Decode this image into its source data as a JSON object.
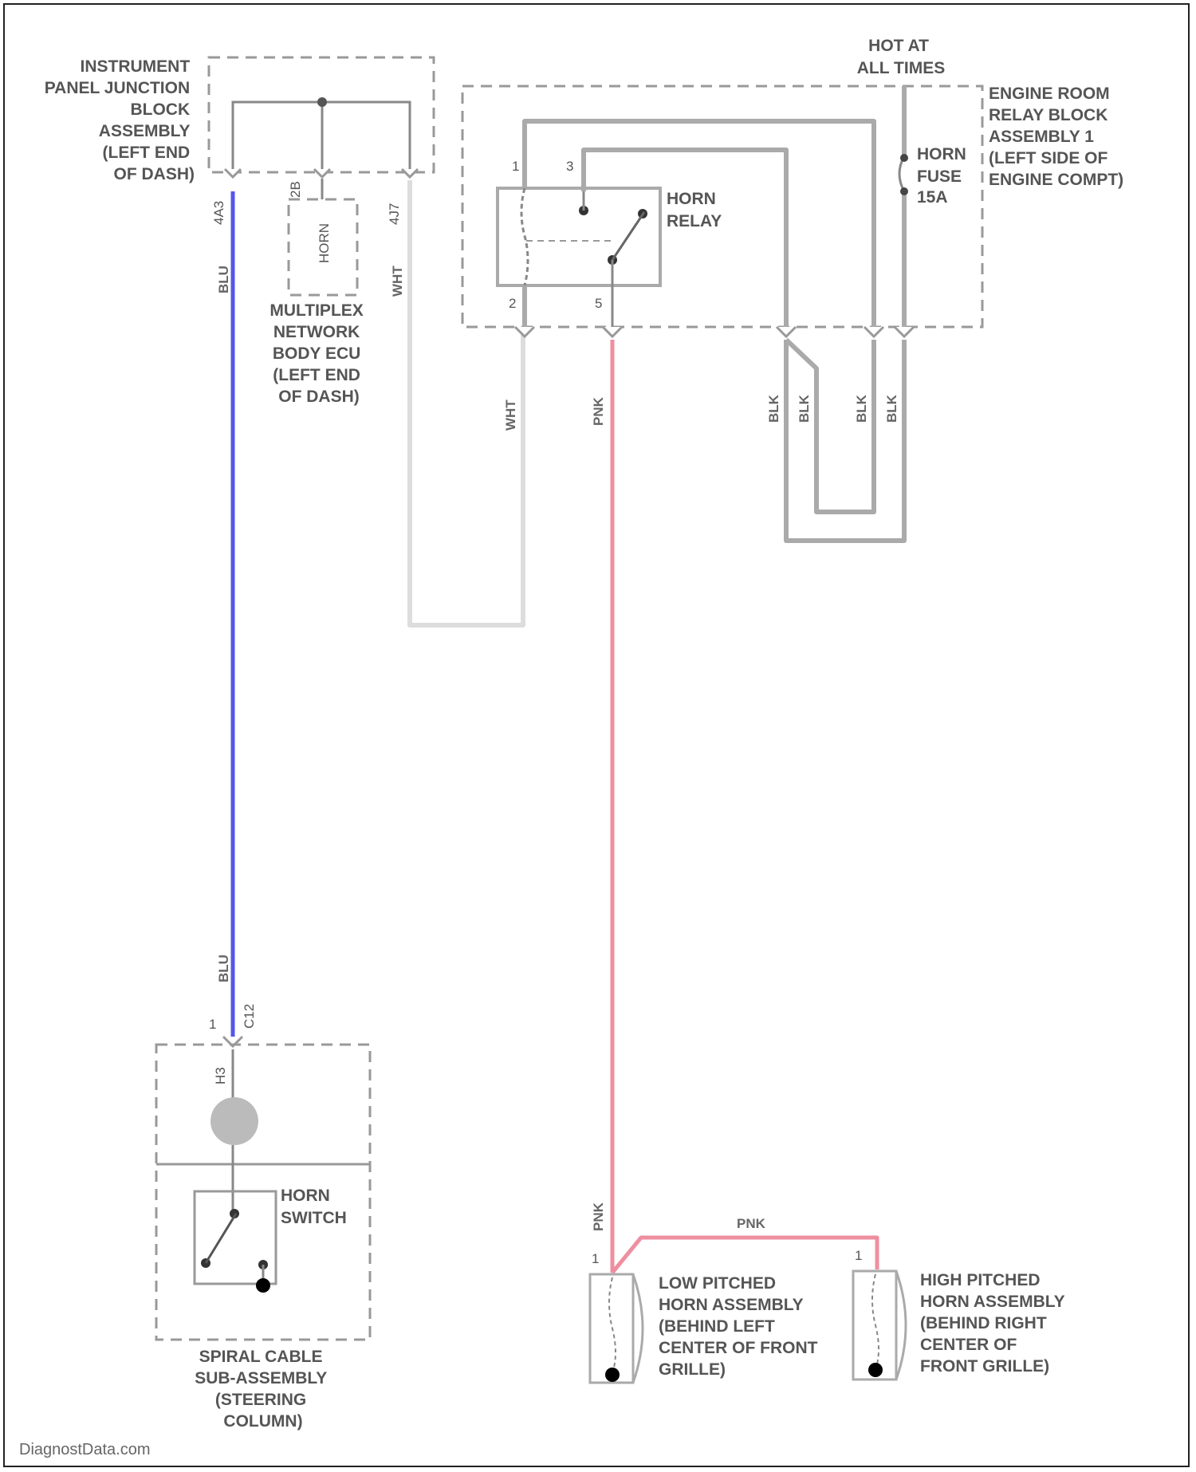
{
  "power": {
    "line1": "HOT AT",
    "line2": "ALL TIMES"
  },
  "ipjb": {
    "lines": [
      "INSTRUMENT",
      "PANEL JUNCTION",
      "BLOCK",
      "ASSEMBLY",
      "(LEFT END",
      "OF DASH)"
    ],
    "pins": [
      "4A3",
      "2B",
      "4J7"
    ]
  },
  "body_ecu": {
    "inner": "HORN",
    "lines": [
      "MULTIPLEX",
      "NETWORK",
      "BODY ECU",
      "(LEFT END",
      "OF DASH)"
    ]
  },
  "relay_block": {
    "lines": [
      "ENGINE ROOM",
      "RELAY BLOCK",
      "ASSEMBLY 1",
      "(LEFT SIDE OF",
      "ENGINE COMPT)"
    ]
  },
  "horn_relay": {
    "lines": [
      "HORN",
      "RELAY"
    ],
    "pins": [
      "1",
      "3",
      "2",
      "5"
    ]
  },
  "horn_fuse": {
    "lines": [
      "HORN",
      "FUSE",
      "15A"
    ]
  },
  "wires": {
    "blu_top": "BLU",
    "blu_bottom": "BLU",
    "wht_left": "WHT",
    "wht_relay": "WHT",
    "pnk_top": "PNK",
    "pnk_bottom": "PNK",
    "pnk_horizontal": "PNK",
    "blk": [
      "BLK",
      "BLK",
      "BLK",
      "BLK"
    ]
  },
  "spiral": {
    "pins": [
      "1",
      "C12",
      "H3"
    ],
    "lines": [
      "SPIRAL CABLE",
      "SUB-ASSEMBLY",
      "(STEERING",
      "COLUMN)"
    ]
  },
  "horn_switch": {
    "lines": [
      "HORN",
      "SWITCH"
    ]
  },
  "low_horn": {
    "pin": "1",
    "lines": [
      "LOW PITCHED",
      "HORN ASSEMBLY",
      "(BEHIND LEFT",
      "CENTER OF FRONT",
      "GRILLE)"
    ]
  },
  "high_horn": {
    "pin": "1",
    "lines": [
      "HIGH PITCHED",
      "HORN ASSEMBLY",
      "(BEHIND RIGHT",
      "CENTER OF",
      "FRONT GRILLE)"
    ]
  },
  "watermark": "DiagnostData.com"
}
